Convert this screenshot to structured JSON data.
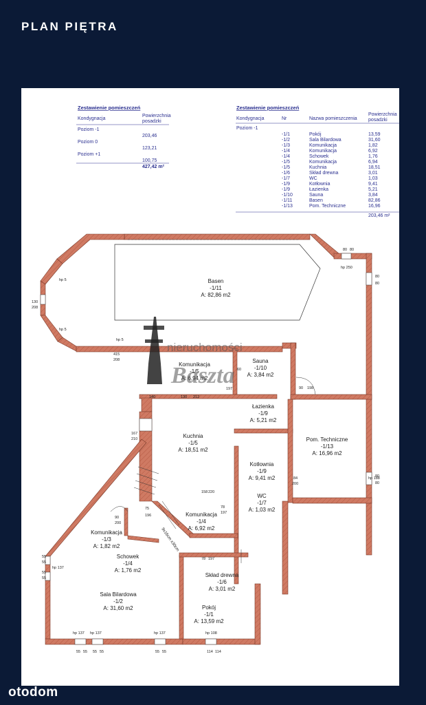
{
  "page": {
    "title": "PLAN PIĘTRA"
  },
  "summary_table": {
    "title": "Zestawienie pomieszczeń",
    "col_kondygnacja": "Kondygnacja",
    "col_area": "Powierzchnia posadzki",
    "col_area_l1": "Powierzchnia",
    "col_area_l2": "posadzki",
    "rows": [
      {
        "level": "Poziom -1",
        "area": "203,46"
      },
      {
        "level": "Poziom 0",
        "area": "123,21"
      },
      {
        "level": "Poziom +1",
        "area": "100,75"
      }
    ],
    "total": "427,42 m²"
  },
  "detail_table": {
    "title": "Zestawienie pomieszczeń",
    "col_kondygnacja": "Kondygnacja",
    "col_nr": "Nr",
    "col_name": "Nazwa pomieszczenia",
    "col_area_l1": "Powierzchnia",
    "col_area_l2": "posadzki",
    "level": "Poziom -1",
    "rows": [
      {
        "nr": "-1/1",
        "name": "Pokój",
        "area": "13,59"
      },
      {
        "nr": "-1/2",
        "name": "Sala Bilardowa",
        "area": "31,60"
      },
      {
        "nr": "-1/3",
        "name": "Komunikacja",
        "area": "1,82"
      },
      {
        "nr": "-1/4",
        "name": "Komunikacja",
        "area": "6,92"
      },
      {
        "nr": "-1/4",
        "name": "Schowek",
        "area": "1,76"
      },
      {
        "nr": "-1/5",
        "name": "Komunikacja",
        "area": "6,94"
      },
      {
        "nr": "-1/5",
        "name": "Kuchnia",
        "area": "18,51"
      },
      {
        "nr": "-1/6",
        "name": "Skład drewna",
        "area": "3,01"
      },
      {
        "nr": "-1/7",
        "name": "WC",
        "area": "1,03"
      },
      {
        "nr": "-1/9",
        "name": "Kotłownia",
        "area": "9,41"
      },
      {
        "nr": "-1/9",
        "name": "Łazienka",
        "area": "5,21"
      },
      {
        "nr": "-1/10",
        "name": "Sauna",
        "area": "3,84"
      },
      {
        "nr": "-1/11",
        "name": "Basen",
        "area": "82,86"
      },
      {
        "nr": "-1/13",
        "name": "Pom. Techniczne",
        "area": "16,96"
      }
    ],
    "total": "203,46 m²"
  },
  "rooms": [
    {
      "id": "basen",
      "name": "Basen",
      "nr": "-1/11",
      "area": "A: 82,86 m2"
    },
    {
      "id": "komunikacja-5",
      "name": "Komunikacja",
      "nr": "-1/5",
      "area": "A: 6,94 m2"
    },
    {
      "id": "sauna",
      "name": "Sauna",
      "nr": "-1/10",
      "area": "A: 3,84 m2"
    },
    {
      "id": "lazienka",
      "name": "Łazienka",
      "nr": "-1/9",
      "area": "A: 5,21 m2"
    },
    {
      "id": "kuchnia",
      "name": "Kuchnia",
      "nr": "-1/5",
      "area": "A: 18,51 m2"
    },
    {
      "id": "pom-techniczne",
      "name": "Pom. Techniczne",
      "nr": "-1/13",
      "area": "A: 16,96 m2"
    },
    {
      "id": "kotlownia",
      "name": "Kotłownia",
      "nr": "-1/9",
      "area": "A: 9,41 m2"
    },
    {
      "id": "wc",
      "name": "WC",
      "nr": "-1/7",
      "area": "A: 1,03 m2"
    },
    {
      "id": "komunikacja-4",
      "name": "Komunikacja",
      "nr": "-1/4",
      "area": "A: 6,92 m2"
    },
    {
      "id": "komunikacja-3",
      "name": "Komunikacja",
      "nr": "-1/3",
      "area": "A: 1,82 m2"
    },
    {
      "id": "schowek",
      "name": "Schowek",
      "nr": "-1/4",
      "area": "A: 1,76 m2"
    },
    {
      "id": "sklad-drewna",
      "name": "Skład drewna",
      "nr": "-1/6",
      "area": "A: 3,01 m2"
    },
    {
      "id": "sala-bilardowa",
      "name": "Sala Bilardowa",
      "nr": "-1/2",
      "area": "A: 31,60 m2"
    },
    {
      "id": "pokoj",
      "name": "Pokój",
      "nr": "-1/1",
      "area": "A: 13,59 m2"
    }
  ],
  "dimensions": {
    "hp5": "hp 5",
    "hp250": "hp 250",
    "hp188": "hp 188",
    "hp137": "hp 137",
    "hp108": "hp 108",
    "d80": "80",
    "d130": "130",
    "d208": "208",
    "d415": "415",
    "d212": "212",
    "d167": "167",
    "d210": "210",
    "d90": "90",
    "d198": "198",
    "d84": "84",
    "d200": "200",
    "d158": "158",
    "d220": "220",
    "d78": "78",
    "d197": "197",
    "d55": "55",
    "d114": "114",
    "d60": "60",
    "d140": "140",
    "d75": "75",
    "d196": "196",
    "stairs": "9x16cm x30cm"
  },
  "watermark": {
    "line1": "nieruchomości",
    "line2": "Baszta"
  },
  "footer": {
    "brand": "otodom"
  },
  "colors": {
    "background": "#0b1a36",
    "wall": "#cc7560",
    "table_text": "#2a2f8f",
    "white": "#ffffff"
  }
}
